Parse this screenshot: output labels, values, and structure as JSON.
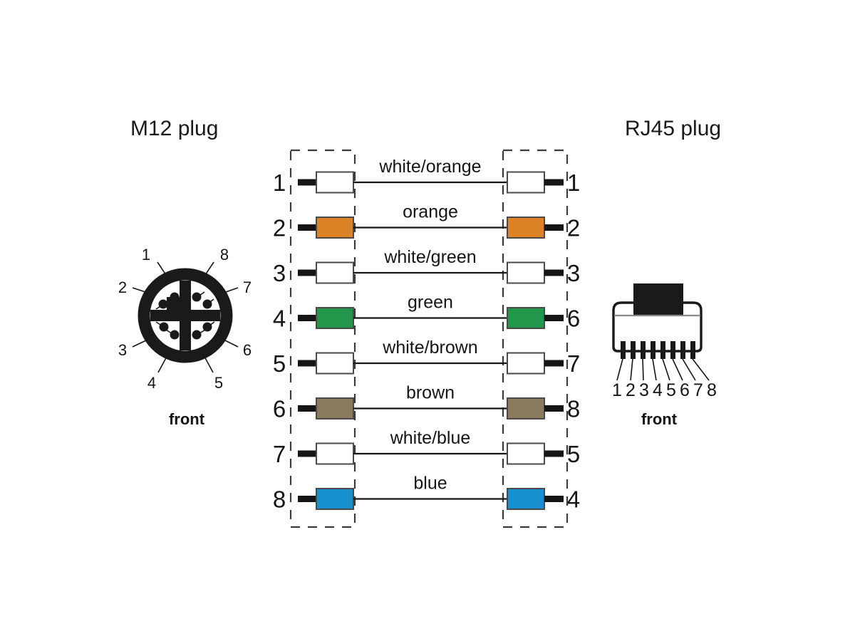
{
  "titles": {
    "left_plug": "M12 plug",
    "right_plug": "RJ45 plug",
    "left_front": "front",
    "right_front": "front"
  },
  "colors": {
    "white": "#ffffff",
    "orange": "#DC8327",
    "green": "#22964B",
    "brown": "#8A7A5E",
    "blue": "#1790D0",
    "line": "#151515",
    "dash": "#3a3a3a",
    "body_black": "#1a1a1a"
  },
  "m12_connector": {
    "label": "front",
    "pin_labels": [
      "1",
      "2",
      "3",
      "4",
      "5",
      "6",
      "7",
      "8"
    ],
    "pin_count": 8,
    "quadrants": 4
  },
  "rj45_connector": {
    "label": "front",
    "pin_labels": [
      "1",
      "2",
      "3",
      "4",
      "5",
      "6",
      "7",
      "8"
    ],
    "pin_count": 8
  },
  "wiring": {
    "rows": [
      {
        "left_pin": "1",
        "right_pin": "1",
        "label": "white/orange",
        "color": "#ffffff"
      },
      {
        "left_pin": "2",
        "right_pin": "2",
        "label": "orange",
        "color": "#DC8327"
      },
      {
        "left_pin": "3",
        "right_pin": "3",
        "label": "white/green",
        "color": "#ffffff"
      },
      {
        "left_pin": "4",
        "right_pin": "6",
        "label": "green",
        "color": "#22964B"
      },
      {
        "left_pin": "5",
        "right_pin": "7",
        "label": "white/brown",
        "color": "#ffffff"
      },
      {
        "left_pin": "6",
        "right_pin": "8",
        "label": "brown",
        "color": "#8A7A5E"
      },
      {
        "left_pin": "7",
        "right_pin": "5",
        "label": "white/blue",
        "color": "#ffffff"
      },
      {
        "left_pin": "8",
        "right_pin": "4",
        "label": "blue",
        "color": "#1790D0"
      }
    ]
  }
}
